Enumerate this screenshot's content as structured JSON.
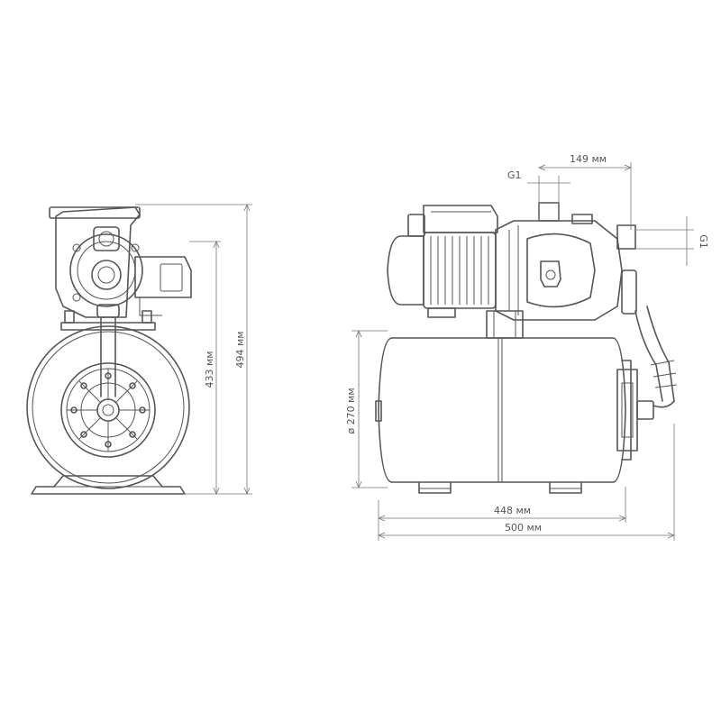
{
  "dimensions": {
    "height_total": "494 мм",
    "height_tank": "433 мм",
    "tank_diameter": "ø 270 мм",
    "inlet_offset": "149 мм",
    "inlet_thread": "G1",
    "outlet_thread": "G1",
    "tank_length": "448 мм",
    "overall_length": "500 мм"
  },
  "colors": {
    "line": "#555555",
    "background": "#ffffff"
  }
}
